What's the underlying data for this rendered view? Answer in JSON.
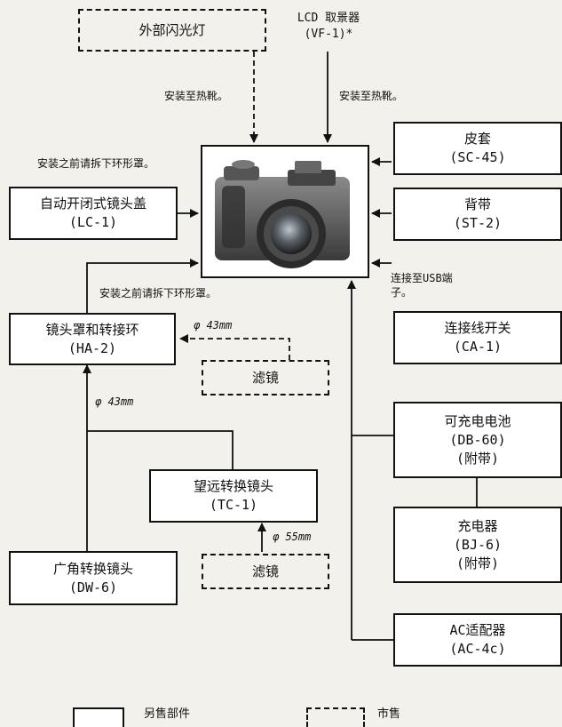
{
  "external_flash": "外部闪光灯",
  "lcd_finder": {
    "line1": "LCD 取景器",
    "line2": "(VF-1)*"
  },
  "hotshoe_left": "安装至热靴。",
  "hotshoe_right": "安装至热靴。",
  "note_remove_ring_top": "安装之前请拆下环形罩。",
  "note_remove_ring_mid": "安装之前请拆下环形罩。",
  "case": {
    "name": "皮套",
    "code": "(SC-45)"
  },
  "strap": {
    "name": "背带",
    "code": "(ST-2)"
  },
  "lens_cap": {
    "name": "自动开闭式镜头盖",
    "code": "(LC-1)"
  },
  "usb_note": {
    "line1": "连接至USB端",
    "line2": "子。"
  },
  "cable_switch": {
    "name": "连接线开关",
    "code": "(CA-1)"
  },
  "hood_adapter": {
    "name": "镜头罩和转接环",
    "code": "(HA-2)"
  },
  "phi43_a": "φ 43mm",
  "phi43_b": "φ 43mm",
  "phi55": "φ 55mm",
  "filter_a": "滤镜",
  "filter_b": "滤镜",
  "battery": {
    "name": "可充电电池",
    "code": "(DB-60)",
    "note": "(附带)"
  },
  "tele": {
    "name": "望远转换镜头",
    "code": "(TC-1)"
  },
  "charger": {
    "name": "充电器",
    "code": "(BJ-6)",
    "note": "(附带)"
  },
  "wide": {
    "name": "广角转换镜头",
    "code": "(DW-6)"
  },
  "ac_adapter": {
    "name": "AC适配器",
    "code": "(AC-4c)"
  },
  "legend": {
    "solid": "另售部件",
    "dashed": "市售"
  }
}
